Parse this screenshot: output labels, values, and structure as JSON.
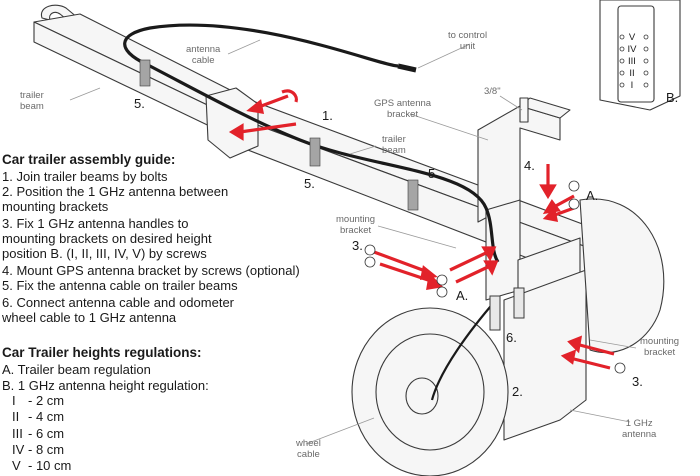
{
  "guide": {
    "title": "Car trailer assembly guide:",
    "steps": [
      "1. Join trailer beams by bolts",
      "2. Position the 1 GHz antenna between\nmounting brackets",
      "3. Fix 1 GHz antenna handles to\nmounting brackets on desired height\nposition B. (I, II, III, IV, V) by screws",
      "4. Mount GPS antenna bracket by screws (optional)",
      "5. Fix the antenna cable on trailer beams",
      "6. Connect antenna cable and odometer\nwheel cable to 1 GHz antenna"
    ]
  },
  "regulations": {
    "title": "Car Trailer heights regulations:",
    "items": [
      "A. Trailer beam regulation",
      "B. 1 GHz antenna height regulation:"
    ],
    "heights": [
      {
        "level": "I",
        "value": "- 2 cm"
      },
      {
        "level": "II",
        "value": "- 4 cm"
      },
      {
        "level": "III",
        "value": "- 6 cm"
      },
      {
        "level": "IV",
        "value": "- 8 cm"
      },
      {
        "level": "V",
        "value": "- 10 cm"
      }
    ]
  },
  "labels": {
    "antenna_cable": "antenna\ncable",
    "to_control_unit": "to control\nunit",
    "trailer_beam_left": "trailer\nbeam",
    "trailer_beam_mid": "trailer\nbeam",
    "gps_bracket": "GPS antenna\nbracket",
    "size": "3/8\"",
    "mounting_bracket_left": "mounting\nbracket",
    "mounting_bracket_right": "mounting\nbracket",
    "wheel_cable": "wheel\ncable",
    "antenna_1ghz": "1 GHz\nantenna"
  },
  "callouts": {
    "n1": "1.",
    "n2": "2.",
    "n3a": "3.",
    "n3b": "3.",
    "n4": "4.",
    "n5a": "5.",
    "n5b": "5.",
    "n5c": "5.",
    "n6": "6.",
    "A_right": "A.",
    "A_mid": "A.",
    "B": "B."
  },
  "inset_scale": [
    "V",
    "IV",
    "III",
    "II",
    "I"
  ],
  "colors": {
    "arrow": "#e2222a",
    "line": "#3a3a3a",
    "fill": "#f6f6f6",
    "label": "#6a6a6a"
  }
}
